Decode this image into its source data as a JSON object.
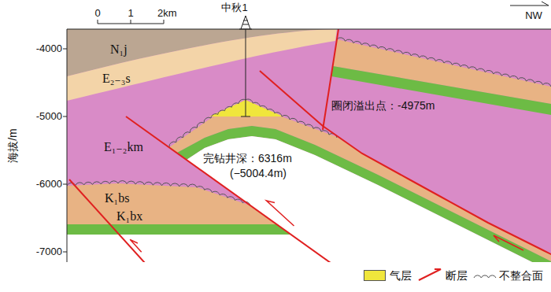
{
  "diagram": {
    "labels": [
      "0",
      "1",
      "2km",
      "中秋1",
      "NW",
      "海拔/m",
      "-4000",
      "-5000",
      "-6000",
      "-7000",
      "N₁j",
      "E₂₋₃s",
      "E₁₋₂km",
      "K₁bs",
      "K₁bx",
      "圈闭溢出点：-4975m",
      "完钻井深：6316m",
      "(−5004.4m)"
    ],
    "legend": [
      {
        "text": "气层",
        "color": "#f0e63c"
      },
      {
        "text": "断层"
      },
      {
        "text": "不整合面"
      }
    ]
  }
}
